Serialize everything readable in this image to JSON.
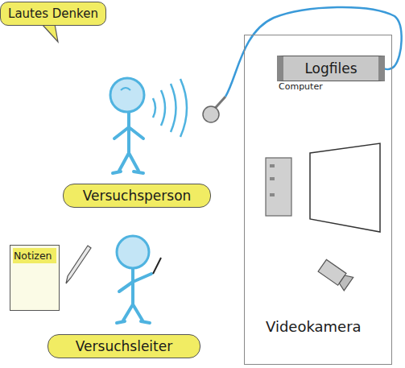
{
  "diagram": {
    "nodes": [
      {
        "text": [
          "Lautes Denken"
        ]
      },
      {
        "text": [
          "Videokamera"
        ]
      },
      {
        "text": [
          "Logfiles",
          "Computer"
        ],
        "in": 1
      },
      {
        "text": [
          "Versuchsperson"
        ]
      },
      {
        "text": [
          "Notizen"
        ]
      },
      {
        "text": [
          "Versuchsleiter"
        ]
      }
    ]
  }
}
